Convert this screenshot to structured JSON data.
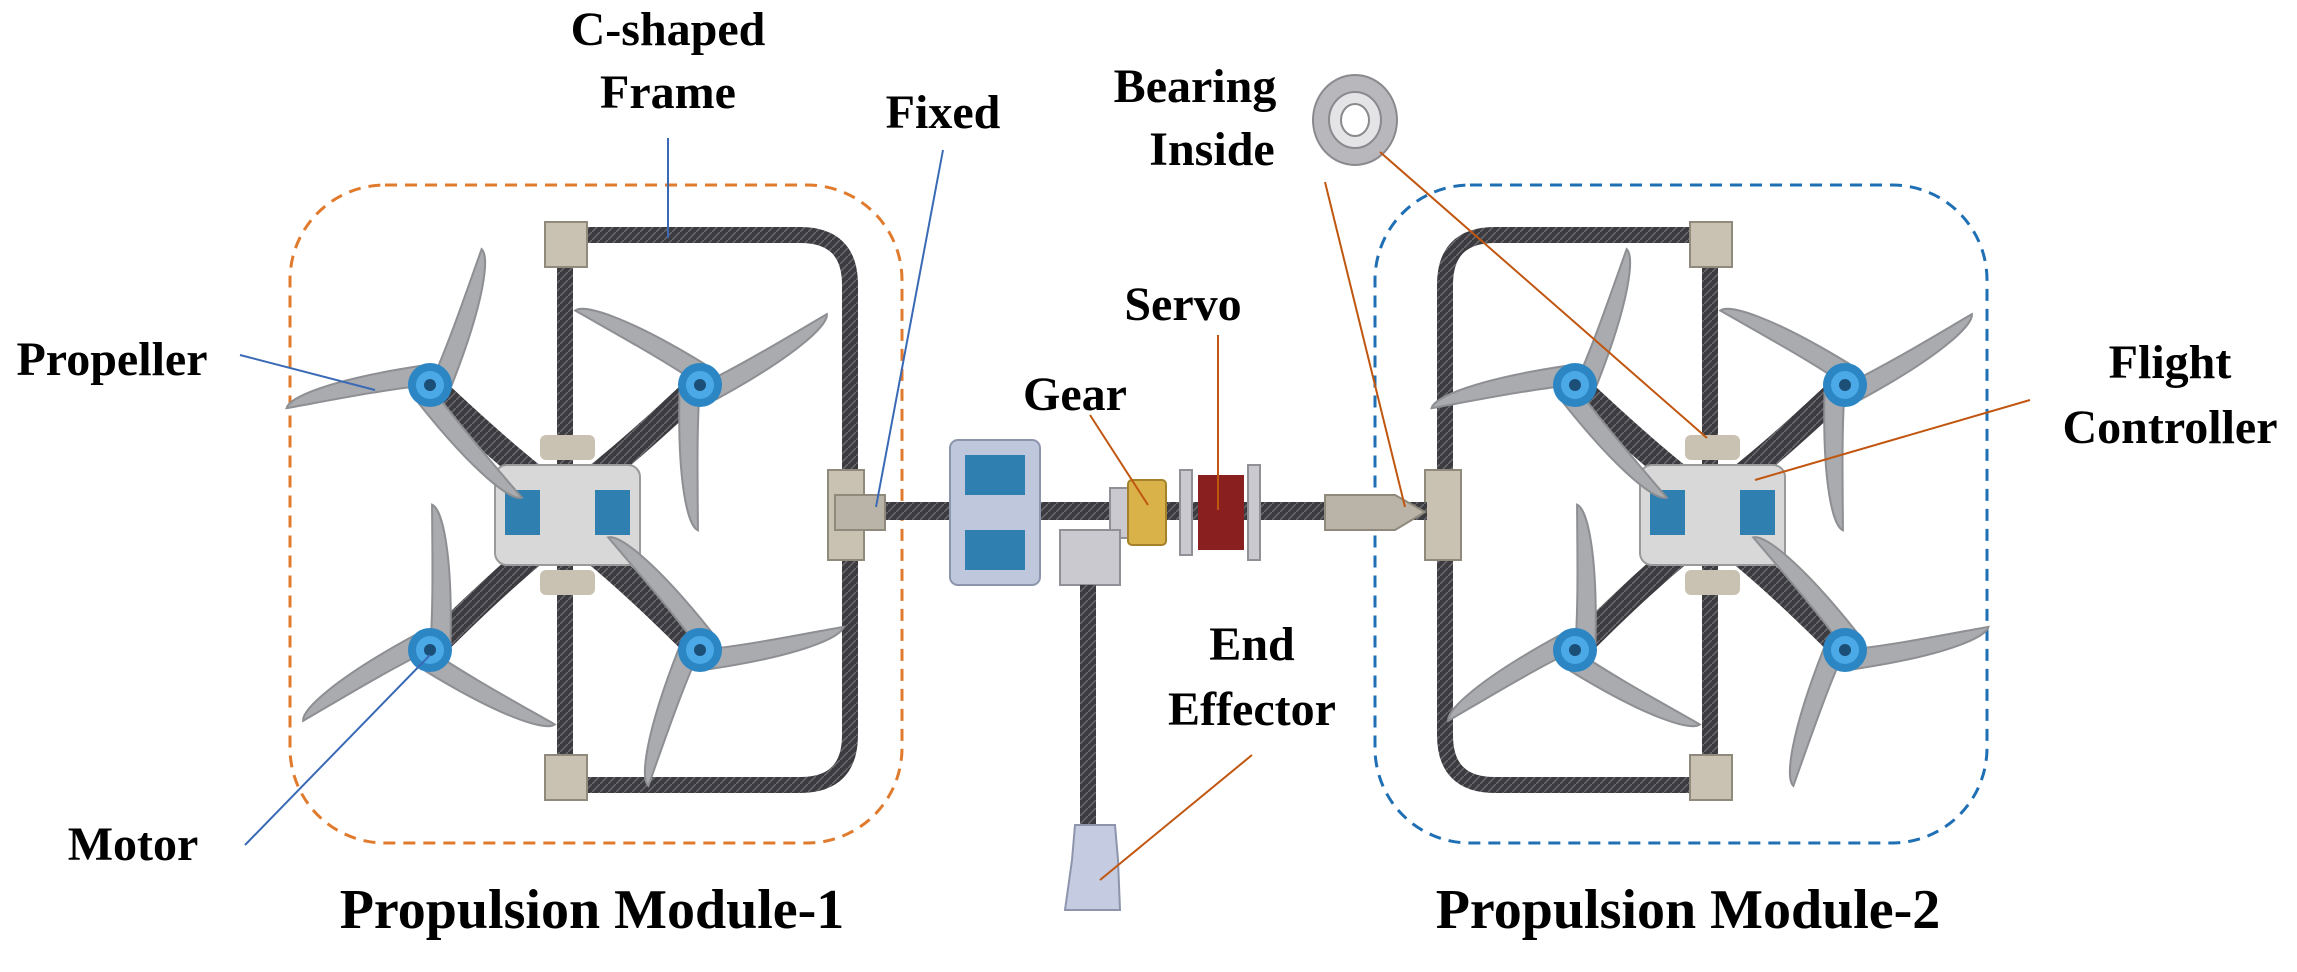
{
  "labels": {
    "c_shaped_frame_line1": "C-shaped",
    "c_shaped_frame_line2": "Frame",
    "fixed": "Fixed",
    "bearing_line1": "Bearing",
    "bearing_line2": "Inside",
    "servo": "Servo",
    "gear": "Gear",
    "propeller": "Propeller",
    "flight_controller_line1": "Flight",
    "flight_controller_line2": "Controller",
    "end_effector_line1": "End",
    "end_effector_line2": "Effector",
    "motor": "Motor",
    "module1": "Propulsion Module-1",
    "module2": "Propulsion Module-2"
  },
  "colors": {
    "module1_outline": "#e07b2e",
    "module2_outline": "#1f6fb5",
    "leader_blue": "#3a6ab5",
    "leader_orange": "#c0560f",
    "carbon": "#3e3e42",
    "propeller": "#a9abae",
    "motor": "#3a9bd8",
    "bracket": "#c9c2b2",
    "servo": "#8a1f1f",
    "gear": "#d9b24a",
    "board": "#2f7fb0"
  }
}
